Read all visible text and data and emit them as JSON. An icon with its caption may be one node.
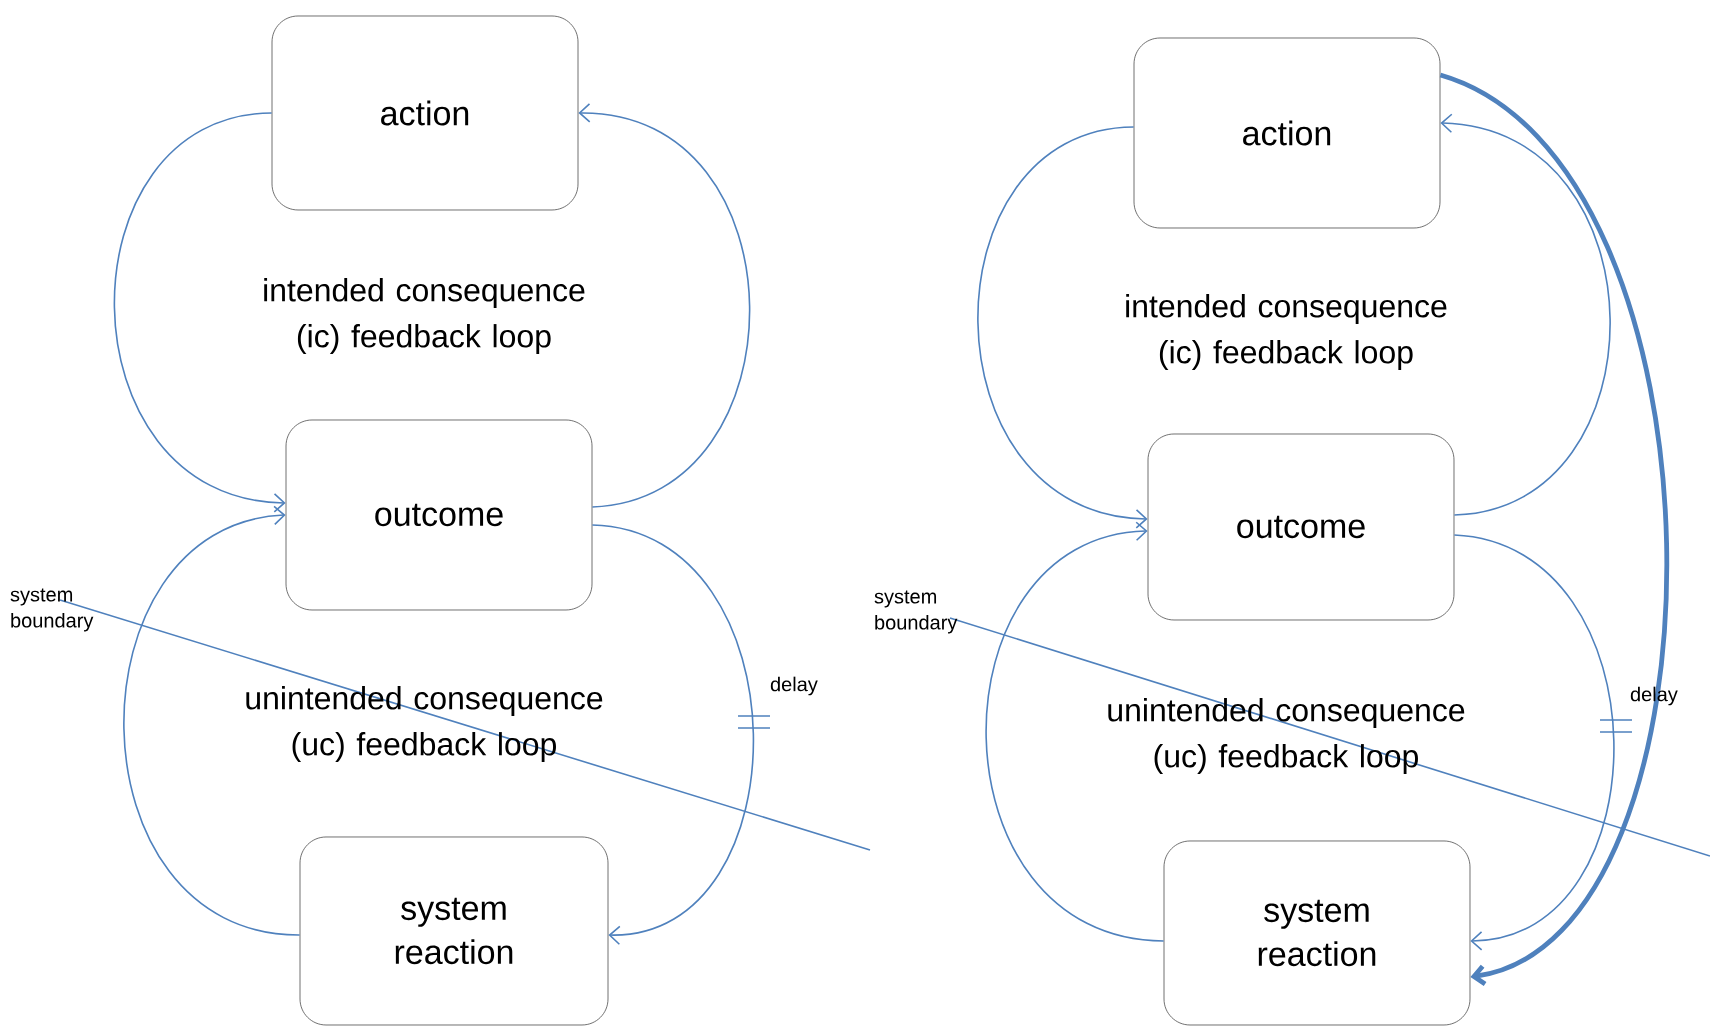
{
  "diagram": {
    "nodes": [
      {
        "text": [
          "action"
        ]
      },
      {
        "text": [
          "outcome"
        ]
      },
      {
        "text": [
          "system reaction"
        ]
      },
      {
        "text": [
          "action"
        ]
      },
      {
        "text": [
          "outcome"
        ]
      },
      {
        "text": [
          "system reaction"
        ]
      }
    ],
    "edges": [
      {
        "from": 0,
        "to": 1,
        "arrow": "to"
      },
      {
        "from": 1,
        "to": 0,
        "arrow": "to"
      },
      {
        "from": 1,
        "to": 2,
        "arrow": "to"
      },
      {
        "from": 2,
        "to": 1,
        "arrow": "to"
      },
      {
        "from": 3,
        "to": 4,
        "arrow": "to"
      },
      {
        "from": 4,
        "to": 3,
        "arrow": "to"
      },
      {
        "from": 4,
        "to": 5,
        "arrow": "to"
      },
      {
        "from": 5,
        "to": 4,
        "arrow": "to"
      },
      {
        "from": 3,
        "to": 5,
        "arrow": "to",
        "style": "thick"
      }
    ],
    "labels": [
      "intended consequence (ic) feedback loop",
      "system boundary",
      "unintended consequence (uc) feedback loop",
      "delay",
      "intended consequence (ic) feedback loop",
      "system boundary",
      "unintended consequence (uc) feedback loop",
      "delay"
    ]
  }
}
